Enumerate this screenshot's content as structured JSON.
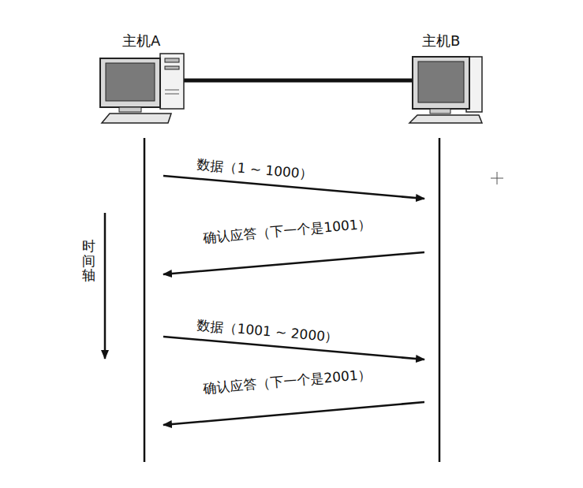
{
  "diagram": {
    "nodes": [
      {
        "text": [
          "主机A"
        ]
      },
      {
        "text": [
          "主机B"
        ]
      }
    ],
    "edges": [
      {
        "from": 0,
        "to": 1,
        "arrow": "none"
      }
    ],
    "labels": [
      "数据（1 ~ 1000）",
      "确认应答（下一个是1001）",
      "数据（1001 ~ 2000）",
      "确认应答（下一个是2001）",
      "时间轴"
    ]
  }
}
